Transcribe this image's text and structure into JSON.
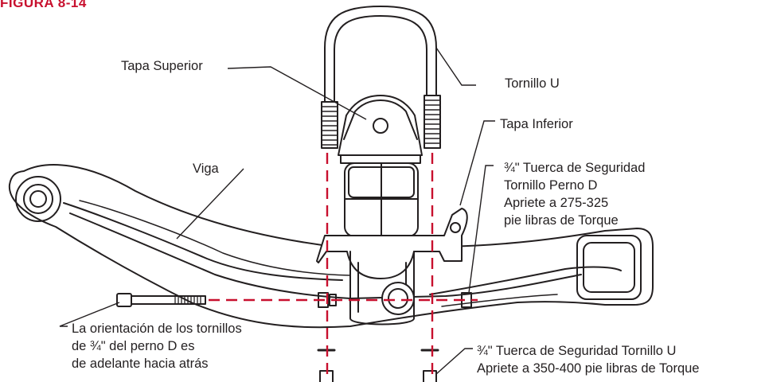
{
  "figure_label": "FIGURA 8-14",
  "labels": {
    "tapa_superior": "Tapa Superior",
    "tornillo_u": "Tornillo U",
    "tapa_inferior": "Tapa Inferior",
    "viga": "Viga",
    "tuerca_perno_d": [
      "¾\" Tuerca de Seguridad",
      "Tornillo Perno D",
      "Apriete a 275-325",
      "pie libras de Torque"
    ],
    "orientacion": [
      "La orientación de los tornillos",
      "de ¾\" del perno D es",
      "de adelante hacia atrás"
    ],
    "tuerca_tornillo_u": [
      "¾\" Tuerca de Seguridad Tornillo U",
      "Apriete a 350-400 pie libras de Torque"
    ]
  },
  "colors": {
    "accent": "#c8102e",
    "ink": "#231f20"
  }
}
